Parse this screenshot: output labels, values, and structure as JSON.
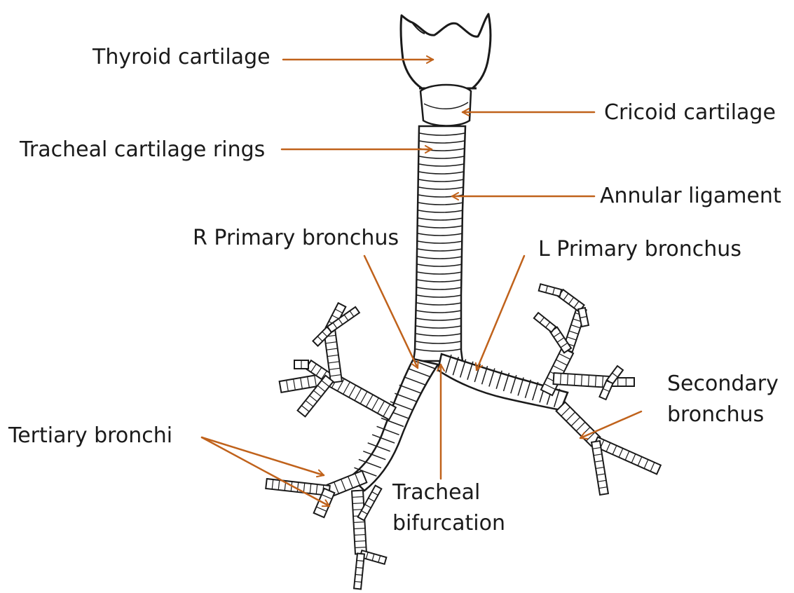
{
  "diagram": {
    "colors": {
      "leader": "#c0621b",
      "outline": "#1a1a1a",
      "fill": "#ffffff",
      "text": "#1a1a1a"
    },
    "labels": {
      "thyroid": "Thyroid cartilage",
      "cricoid": "Cricoid cartilage",
      "tracheal_rings": "Tracheal cartilage rings",
      "annular": "Annular ligament",
      "r_primary": "R Primary bronchus",
      "l_primary": "L Primary bronchus",
      "secondary": "Secondary\nbronchus",
      "tertiary": "Tertiary bronchi",
      "bifurcation": "Tracheal\nbifurcation"
    }
  }
}
